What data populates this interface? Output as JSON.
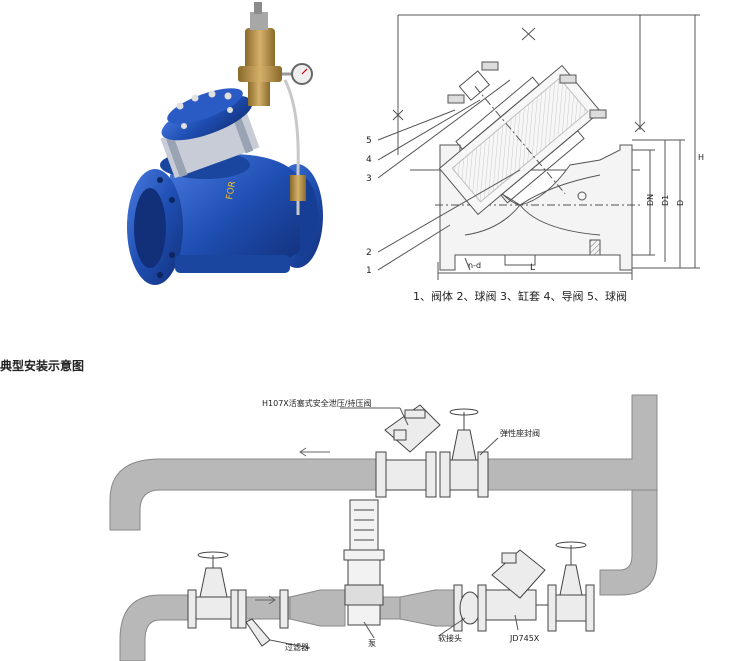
{
  "top_drawing": {
    "callouts": [
      "1",
      "2",
      "3",
      "4",
      "5"
    ],
    "caption": "1、阀体 2、球阀 3、缸套 4、导阀 5、球阀",
    "dims": {
      "dn": "DN",
      "d1": "D1",
      "d": "D",
      "h": "H",
      "l": "L",
      "bolts": "n-d"
    }
  },
  "photo": {
    "body_text": "FOR"
  },
  "install": {
    "title": "典型安装示意图",
    "labels": {
      "h107x": "H107X活塞式安全泄压/持压阀",
      "gate": "弹性座封阀",
      "strainer": "过滤器",
      "pump": "泵",
      "flex": "软接头",
      "jd745x": "JD745X"
    }
  },
  "colors": {
    "valve_blue": "#1f4fb3",
    "brass": "#b08a3c",
    "pipe_gray": "#b8b8b8",
    "line": "#555555"
  }
}
